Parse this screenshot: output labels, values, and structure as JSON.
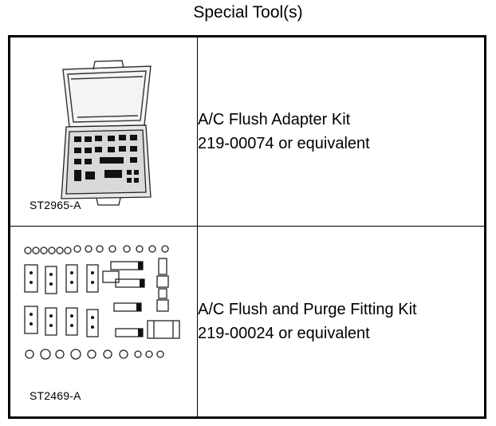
{
  "title": "Special Tool(s)",
  "tools": [
    {
      "code": "ST2965-A",
      "name": "A/C Flush Adapter Kit",
      "part": "219-00074 or equivalent",
      "icon": "tool-case-icon"
    },
    {
      "code": "ST2469-A",
      "name": "A/C Flush and Purge Fitting Kit",
      "part": "219-00024 or equivalent",
      "icon": "fitting-kit-icon"
    }
  ]
}
